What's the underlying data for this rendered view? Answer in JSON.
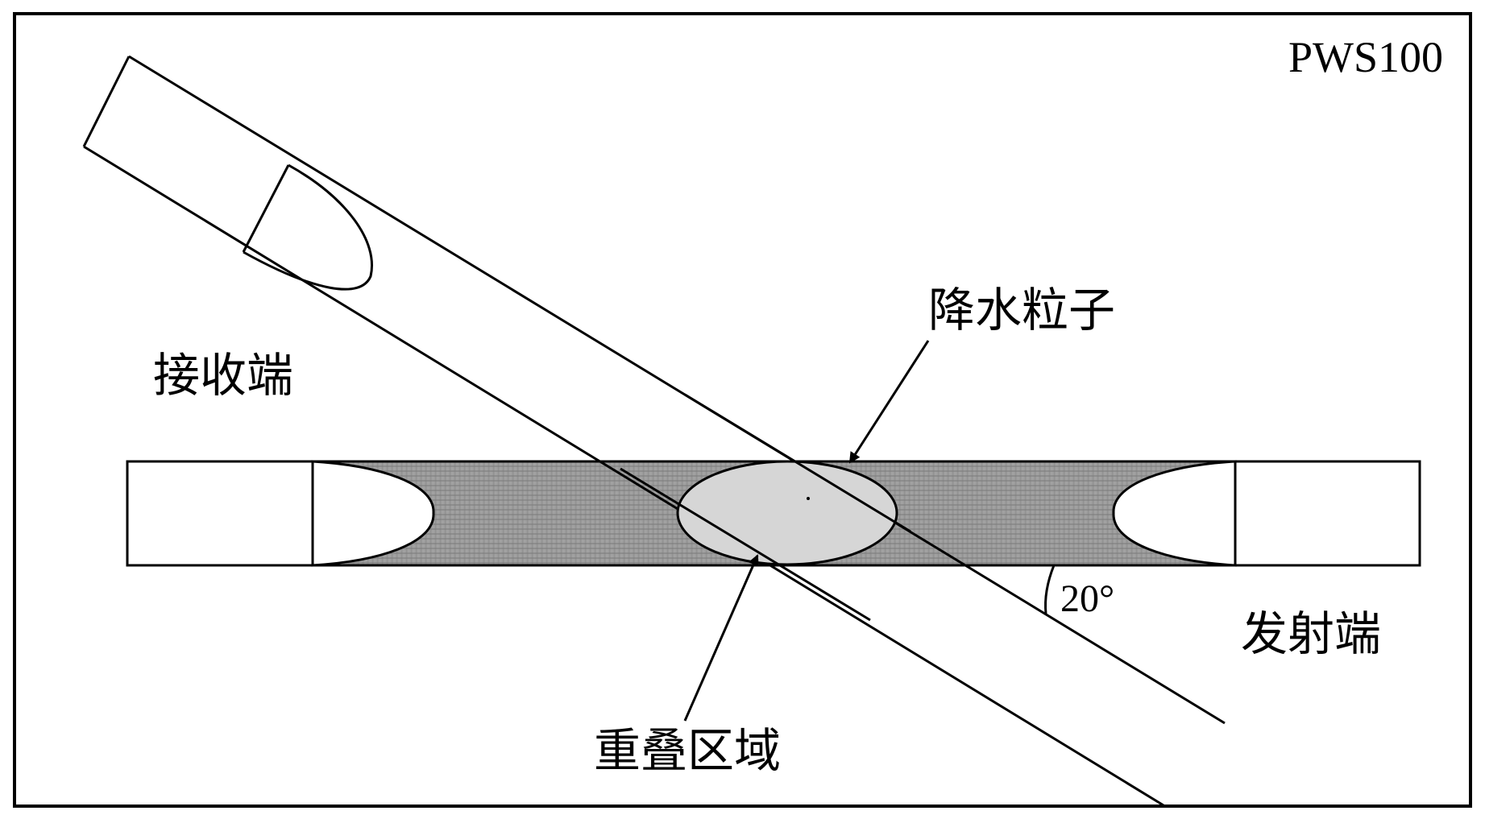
{
  "diagram": {
    "model": "PWS100",
    "labels": {
      "receiver": "接收端",
      "transmitter": "发射端",
      "particle": "降水粒子",
      "overlap": "重叠区域",
      "angle": "20°"
    },
    "angle_degrees": 20,
    "colors": {
      "line": "#000000",
      "beam_fill": "#9a9a9a",
      "overlap_fill": "#d6d6d6",
      "background": "#ffffff"
    }
  }
}
